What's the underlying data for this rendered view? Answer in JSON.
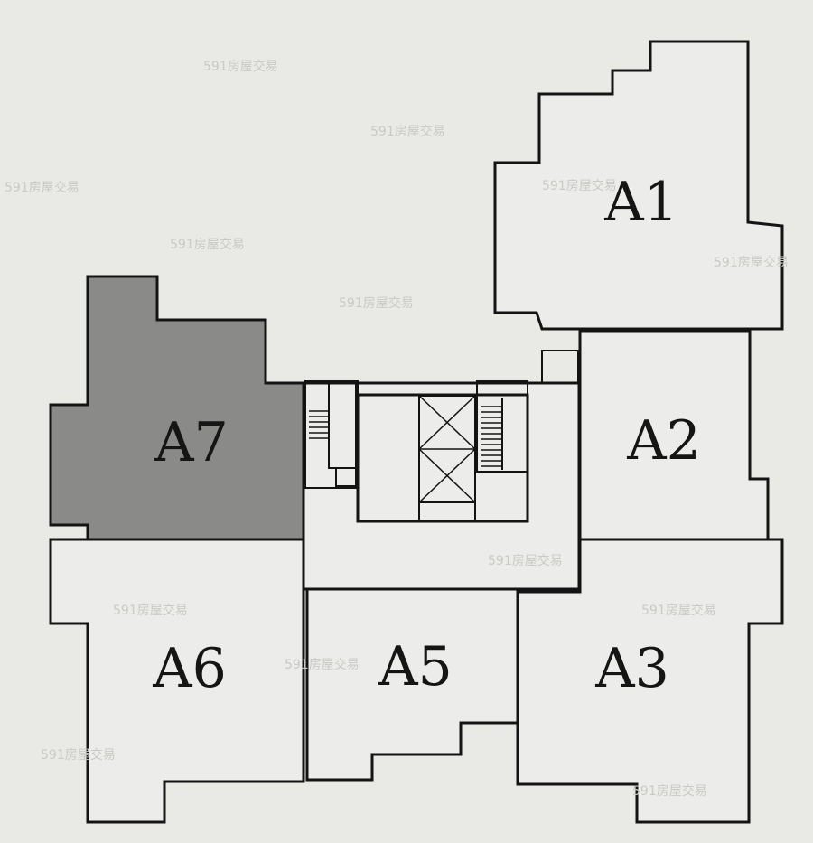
{
  "colors": {
    "background": "#e9e9e5",
    "unit_fill": "#ececea",
    "selected_fill": "#8a8a88",
    "wall": "#141414"
  },
  "units": [
    {
      "id": "A1",
      "label": "A1",
      "selected": false
    },
    {
      "id": "A2",
      "label": "A2",
      "selected": false
    },
    {
      "id": "A3",
      "label": "A3",
      "selected": false
    },
    {
      "id": "A5",
      "label": "A5",
      "selected": false
    },
    {
      "id": "A6",
      "label": "A6",
      "selected": false
    },
    {
      "id": "A7",
      "label": "A7",
      "selected": true
    }
  ],
  "watermark": "591房屋交易"
}
